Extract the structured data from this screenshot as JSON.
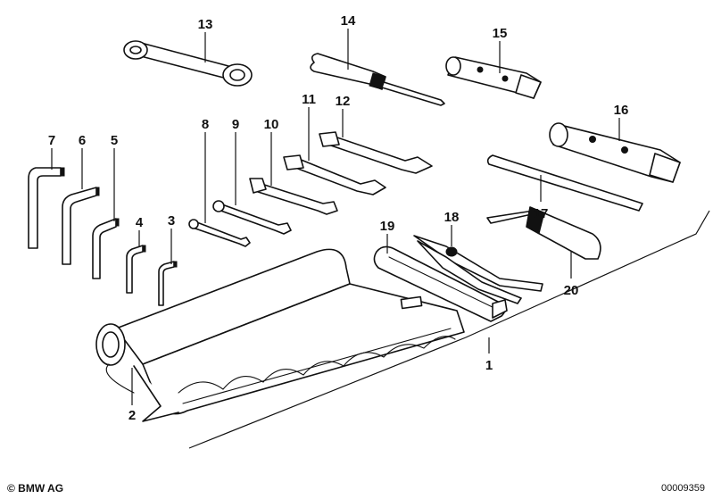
{
  "figure": {
    "copyright": "© BMW AG",
    "document_number": "00009359"
  },
  "callouts": [
    {
      "id": "1",
      "label": "1"
    },
    {
      "id": "2",
      "label": "2"
    },
    {
      "id": "3",
      "label": "3"
    },
    {
      "id": "4",
      "label": "4"
    },
    {
      "id": "5",
      "label": "5"
    },
    {
      "id": "6",
      "label": "6"
    },
    {
      "id": "7",
      "label": "7"
    },
    {
      "id": "8",
      "label": "8"
    },
    {
      "id": "9",
      "label": "9"
    },
    {
      "id": "10",
      "label": "10"
    },
    {
      "id": "11",
      "label": "11"
    },
    {
      "id": "12",
      "label": "12"
    },
    {
      "id": "13",
      "label": "13"
    },
    {
      "id": "14",
      "label": "14"
    },
    {
      "id": "15",
      "label": "15"
    },
    {
      "id": "16",
      "label": "16"
    },
    {
      "id": "17",
      "label": "17"
    },
    {
      "id": "18",
      "label": "18"
    },
    {
      "id": "19",
      "label": "19"
    },
    {
      "id": "20",
      "label": "20"
    }
  ]
}
